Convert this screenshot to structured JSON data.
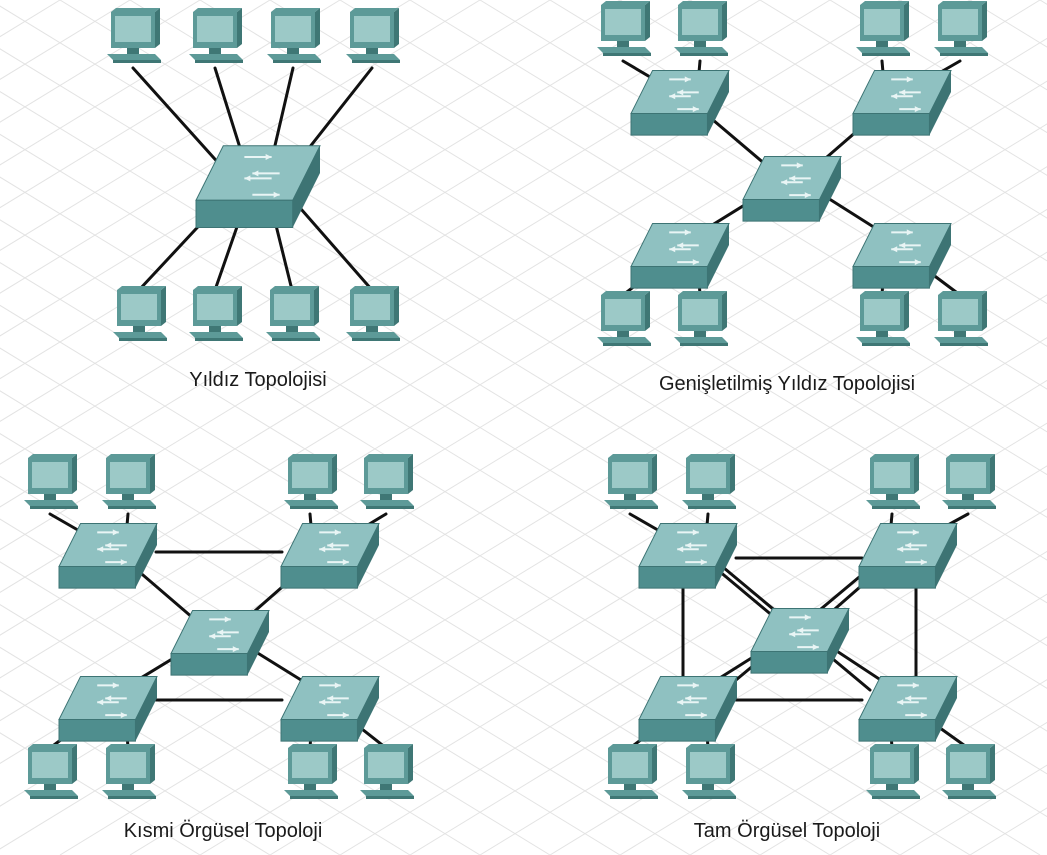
{
  "colors": {
    "switch_top": "#8fc1c1",
    "switch_front": "#4f8e8e",
    "switch_side": "#3d7474",
    "switch_arrow": "#e9f5f5",
    "pc_screen": "#9cc9c7",
    "pc_body": "#5d9a98",
    "pc_dark": "#3f7775",
    "link": "#111111",
    "grid": "#e3e3e3",
    "background": "#ffffff"
  },
  "icons": [
    "switch-icon",
    "pc-icon"
  ],
  "diagrams": [
    {
      "name": "star-topology",
      "caption": "Yıldız Topolojisi",
      "switches": 1,
      "hosts": 8
    },
    {
      "name": "extended-star-topology",
      "caption": "Genişletilmiş Yıldız Topolojisi",
      "switches": 5,
      "hosts": 8
    },
    {
      "name": "partial-mesh-topology",
      "caption": "Kısmi Örgüsel Topoloji",
      "switches": 5,
      "hosts": 8
    },
    {
      "name": "full-mesh-topology",
      "caption": "Tam Örgüsel Topoloji",
      "switches": 5,
      "hosts": 8
    }
  ]
}
